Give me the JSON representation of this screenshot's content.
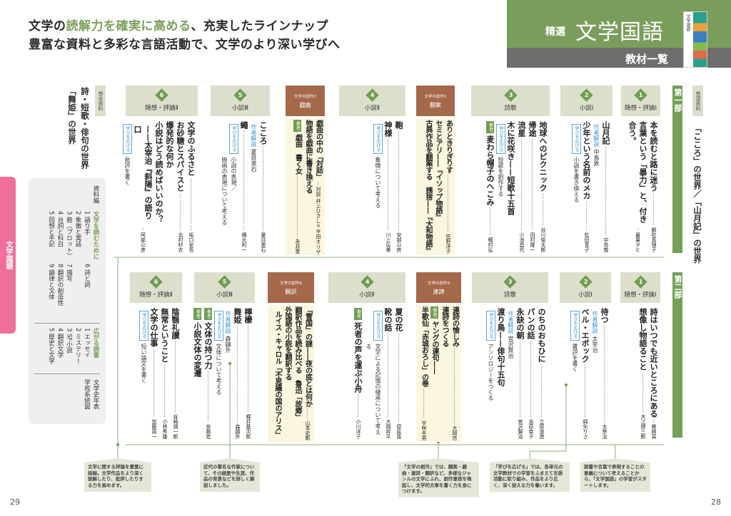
{
  "headline": {
    "line1_pre": "文学の",
    "line1_hl": "読解力を確実に高める",
    "line1_post": "、充実したラインナップ",
    "line2": "豊富な資料と多彩な言語活動で、文学のより深い学びへ"
  },
  "brand": {
    "prefix": "精選",
    "title": "文学国語",
    "subtitle": "教材一覧",
    "cover_title": "文学国語"
  },
  "colors": {
    "green": "#7a9d5c",
    "pink": "#f06f9c",
    "brown": "#a4694a",
    "accent": "#7aa05a"
  },
  "side_tab": "文学国語",
  "front_matter": {
    "badge": "巻頭資料",
    "text": "「こころ」の世界／「山月記」の世界"
  },
  "back_matter": {
    "badge": "巻末資料",
    "lines": [
      "詩・短歌・俳句の世界",
      "「舞姫」の世界"
    ]
  },
  "part1": {
    "label": "第一部",
    "columns": [
      {
        "num": "1",
        "genre": "随想・評論Ⅰ",
        "items": [
          {
            "t": "work",
            "title": "本を読むと路に迷う",
            "author": "朝吹真理子"
          },
          {
            "t": "work",
            "title": "言葉という「暴力」と、付き合う。",
            "author": "最果タヒ"
          }
        ]
      },
      {
        "num": "2",
        "genre": "小説Ⅰ",
        "items": [
          {
            "t": "work",
            "title": "山月記",
            "author": "中島敦"
          },
          {
            "t": "note",
            "label": "作者解説",
            "text": "中島敦"
          },
          {
            "t": "work",
            "title": "少年という名前のメカ",
            "author": "松田青子"
          },
          {
            "t": "expand",
            "badge": "学びを広げる",
            "text": "小説を書き換える"
          }
        ]
      },
      {
        "num": "3",
        "genre": "詩歌",
        "items": [
          {
            "t": "work",
            "title": "地球へのピクニック",
            "author": "谷川俊太郎"
          },
          {
            "t": "work",
            "title": "帰途",
            "author": "田村隆一"
          },
          {
            "t": "work",
            "title": "流星",
            "author": "小池昌代"
          },
          {
            "t": "work",
            "title": "木に花咲き——短歌十五首"
          },
          {
            "t": "expand",
            "badge": "学びを広げる",
            "text": "短歌を創作する"
          },
          {
            "t": "ref",
            "badge": "参考",
            "title": "麦わら帽子のへこみ",
            "author": "穂村弘"
          }
        ]
      },
      {
        "creative": "文学の創作1",
        "genre": "翻案",
        "items": [
          {
            "t": "work",
            "title": "ありときりぎりす",
            "author": "佐野洋子"
          },
          {
            "t": "work",
            "title": "セミとアリ——『イソップ物語』"
          },
          {
            "t": "work",
            "title": "古典作品を翻案する　姨捨——『大和物語』"
          }
        ]
      },
      {
        "num": "4",
        "genre": "小説Ⅱ",
        "items": [
          {
            "t": "work",
            "title": "鞄",
            "author": "安部公房"
          },
          {
            "t": "work",
            "title": "神様",
            "author": "川上弘美"
          },
          {
            "t": "expand",
            "badge": "学びを広げる",
            "text": "象徴について考える"
          }
        ]
      },
      {
        "creative": "文学の創作2",
        "genre": "戯曲",
        "items": [
          {
            "t": "work",
            "title": "戯曲の中の「対話」",
            "author": "対談 井上ひさし×平田オリザ"
          },
          {
            "t": "work",
            "title": "物語を戯曲に書き換える"
          },
          {
            "t": "ref",
            "badge": "参考",
            "title": "戯曲　書く女",
            "author": "永井愛"
          }
        ]
      },
      {
        "num": "5",
        "genre": "小説Ⅲ",
        "items": [
          {
            "t": "work",
            "title": "こころ",
            "author": "夏目漱石"
          },
          {
            "t": "note",
            "label": "作者解説",
            "text": "夏目漱石"
          },
          {
            "t": "work",
            "title": "蠅",
            "author": "横光利一"
          },
          {
            "t": "expand",
            "badge": "学びを広げる",
            "text": "小説の表現／\n映画の表現について考える"
          }
        ]
      },
      {
        "num": "6",
        "genre": "随想・評論Ⅱ",
        "items": [
          {
            "t": "work",
            "title": "文学のふるさと",
            "author": "坂口安吾"
          },
          {
            "t": "work",
            "title": "お砂糖とスパイスと",
            "author": "北村紗衣"
          },
          {
            "t": "work",
            "title": "爆発的な何か"
          },
          {
            "t": "work",
            "title": "小説はどう読めばいいのか？"
          },
          {
            "t": "work",
            "indent": true,
            "title": "——太宰治『斜陽』の語り口",
            "author": "阿部公彦"
          },
          {
            "t": "expand",
            "badge": "学びを広げる",
            "text": "批評を書く"
          }
        ]
      }
    ]
  },
  "part2": {
    "label": "第二部",
    "columns": [
      {
        "num": "1",
        "genre": "随想・評論Ⅰ",
        "items": [
          {
            "t": "work",
            "title": "詩はいつでも近いところにある",
            "author": "蜂飼耳"
          },
          {
            "t": "work",
            "title": "想像し物語ること",
            "author": "大江健三郎"
          }
        ]
      },
      {
        "num": "2",
        "genre": "小説Ⅰ",
        "items": [
          {
            "t": "work",
            "title": "待つ",
            "author": "太宰治"
          },
          {
            "t": "note",
            "label": "作者解説",
            "text": "太宰治"
          },
          {
            "t": "work",
            "title": "ベル・エポック",
            "author": "綿矢りさ"
          },
          {
            "t": "expand",
            "badge": "学びを広げる",
            "text": "書評を書く"
          }
        ]
      },
      {
        "num": "3",
        "genre": "詩歌",
        "items": [
          {
            "t": "work",
            "title": "のちのおもひに",
            "author": "立原道造"
          },
          {
            "t": "work",
            "title": "パンの話",
            "author": "吉原幸子"
          },
          {
            "t": "work",
            "title": "永訣の朝",
            "author": "宮沢賢治"
          },
          {
            "t": "note",
            "label": "作者解説",
            "text": "宮沢賢治"
          },
          {
            "t": "work",
            "title": "渡り鳥——俳句十五句"
          },
          {
            "t": "expand",
            "badge": "学びを広げる",
            "text": "アンソロジーをつくる"
          }
        ]
      },
      {
        "creative": "文学の創作3",
        "genre": "連詩",
        "items": [
          {
            "t": "work",
            "title": "連詩の愉しみ",
            "author": "大岡信"
          },
          {
            "t": "work",
            "title": "連詩をつくる"
          },
          {
            "t": "ref",
            "badge": "参考",
            "title": "ヤングの連句——"
          },
          {
            "t": "work",
            "title": "半歌仙「赤城おろし」の巻",
            "author": "宇咲冬男"
          }
        ]
      },
      {
        "num": "4",
        "genre": "小説Ⅱ",
        "items": [
          {
            "t": "work",
            "title": "夏の花",
            "author": "原民喜"
          },
          {
            "t": "work",
            "title": "靴の話",
            "author": "大岡昇平"
          },
          {
            "t": "expand",
            "badge": "学びを広げる",
            "text": "文学による記憶の継承について考える"
          },
          {
            "t": "ref",
            "badge": "参考",
            "title": "死者の声を運ぶ小舟",
            "author": "小川洋子"
          }
        ]
      },
      {
        "creative": "文学の創作4",
        "genre": "翻訳",
        "items": [
          {
            "t": "work",
            "title": "「雪国」の謎——夜の底とは何か",
            "author": "山本史郎"
          },
          {
            "t": "work",
            "title": "翻訳作品を読み比べる　魯迅「故郷」"
          },
          {
            "t": "work",
            "title": "外国語の小説を翻訳する"
          },
          {
            "t": "work",
            "indent": true,
            "title": "ルイス・キャロル「不思議の国のアリス」"
          }
        ]
      },
      {
        "num": "5",
        "genre": "小説Ⅲ",
        "items": [
          {
            "t": "work",
            "title": "檸檬",
            "author": "梶井基次郎"
          },
          {
            "t": "work",
            "title": "舞姫",
            "author": "森鷗外"
          },
          {
            "t": "note",
            "label": "作者解説",
            "text": "森鷗外"
          },
          {
            "t": "expand",
            "badge": "学びを広げる",
            "text": "文体について考える"
          },
          {
            "t": "ref",
            "badge": "参考",
            "title": "文体の持つ力",
            "author": "安藤宏"
          },
          {
            "t": "ref",
            "badge": "参考",
            "title": "小説文体の変遷"
          }
        ]
      },
      {
        "num": "6",
        "genre": "随想・評論Ⅱ",
        "items": [
          {
            "t": "work",
            "title": "陰翳礼讃",
            "author": "谷崎潤一郎"
          },
          {
            "t": "work",
            "title": "無常ということ",
            "author": "小林秀雄"
          },
          {
            "t": "work",
            "title": "文学の仕事",
            "author": "加藤周一"
          },
          {
            "t": "expand",
            "badge": "学びを広げる",
            "text": "短い論文を書く"
          }
        ]
      }
    ]
  },
  "resources": {
    "title": "資料編",
    "reading": {
      "heading": "文学を読むために",
      "rows": [
        [
          "1 語り手",
          "6 詩と詞"
        ],
        [
          "2 象徴と寓話"
        ],
        [
          "3 筋（プロット）",
          "7 描写"
        ],
        [
          "4 台詞と科白",
          "8 翻訳の創造性"
        ],
        [
          "5 回想と手記",
          "9 韻律と文体"
        ]
      ]
    },
    "books": {
      "heading": "広がる読書",
      "rows": [
        "1 エッセイ",
        "2 ミステリー",
        "3 SF小説",
        "4 翻訳文学",
        "5 歴史と文学"
      ]
    },
    "extras": [
      "文学史年表",
      "学校系統図"
    ]
  },
  "captions": [
    "文学に関する評論を豊富に採録。文学作品をより深く読解したり、批評したりする力を高めます。",
    "近代の著名な作家について、その経歴や生涯、作品の背景などを詳しく解説しました。",
    "「文学の創作」では、翻案・戯曲・連詩・翻訳など、多様なジャンルの文学にふれ、創作意欲を喚起し、文学的文章を書く力を身につけます。",
    "「学びを広げる」では、各単元の文学教材での学習をふまえて言語活動に取り組み、作品をより広く、深く捉える力を養います。",
    "読書や言葉で表現することの意義について考えることから、「文学国語」の学習がスタートします。"
  ],
  "page_numbers": {
    "left": "29",
    "right": "28"
  }
}
